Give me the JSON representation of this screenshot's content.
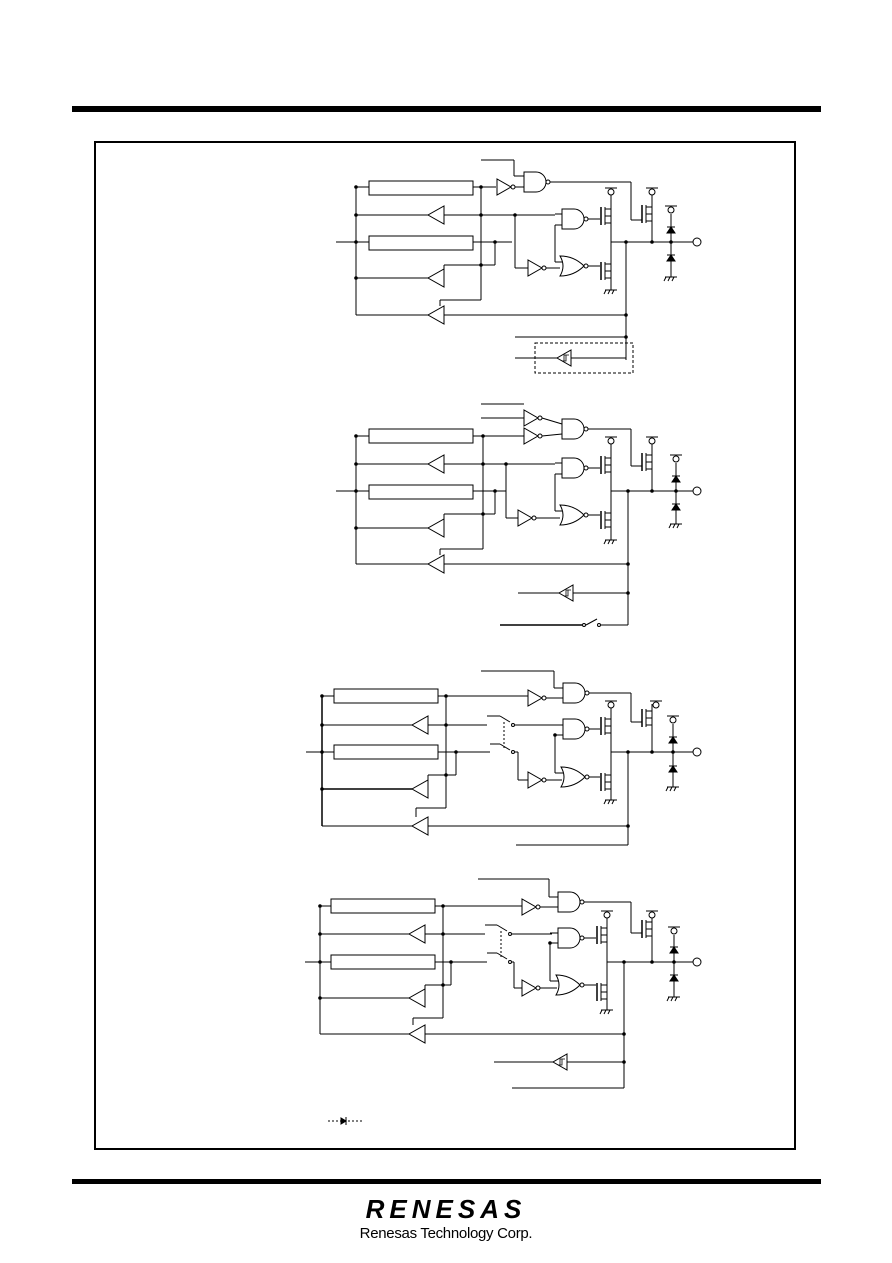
{
  "brand": {
    "logo_text": "RENESAS",
    "corporation": "Renesas Technology Corp."
  },
  "figure": {
    "circuit_blocks": [
      {
        "id": "block-1",
        "has_schmitt_input": true,
        "has_dashed_box": true,
        "has_switch": false
      },
      {
        "id": "block-2",
        "has_schmitt_input": true,
        "has_dashed_box": false,
        "has_switch": true
      },
      {
        "id": "block-3",
        "has_schmitt_input": false,
        "has_dashed_box": false,
        "has_switch": true
      },
      {
        "id": "block-4",
        "has_schmitt_input": true,
        "has_dashed_box": false,
        "has_switch": true
      }
    ],
    "legend_symbol": "dashed-diode"
  }
}
